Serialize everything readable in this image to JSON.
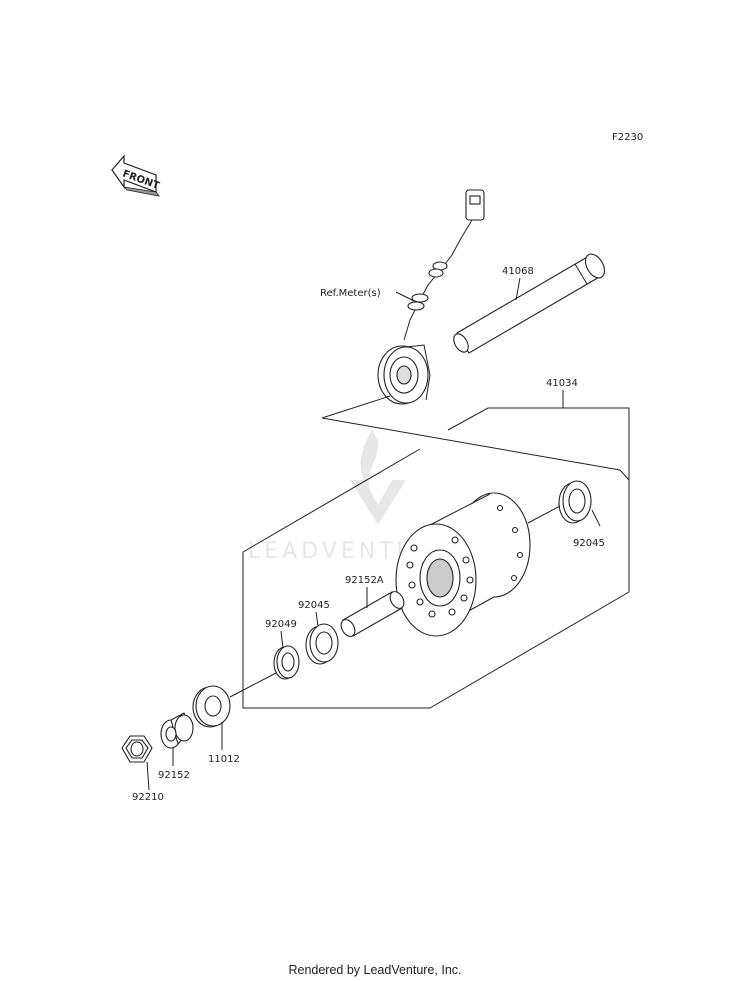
{
  "diagram_code": "F2230",
  "front_arrow_label": "FRONT",
  "watermark": "LEADVENTURE",
  "footer": "Rendered by LeadVenture, Inc.",
  "parts": [
    {
      "id": "ref_meter",
      "label": "Ref.Meter(s)"
    },
    {
      "id": "axle",
      "label": "41068"
    },
    {
      "id": "hub_assembly",
      "label": "41034"
    },
    {
      "id": "bearing_right",
      "label": "92045"
    },
    {
      "id": "spacer_long",
      "label": "92152A"
    },
    {
      "id": "bearing_left",
      "label": "92045"
    },
    {
      "id": "oil_seal",
      "label": "92049"
    },
    {
      "id": "collar",
      "label": "11012"
    },
    {
      "id": "spacer_short",
      "label": "92152"
    },
    {
      "id": "axle_nut",
      "label": "92210"
    }
  ]
}
